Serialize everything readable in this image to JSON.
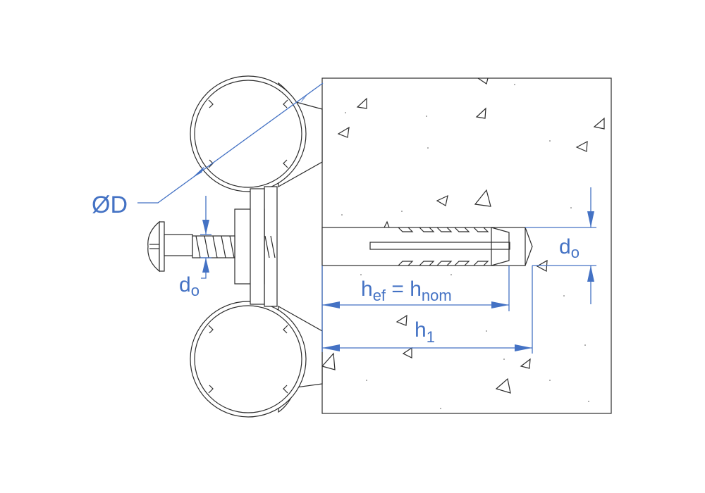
{
  "labels": {
    "diameter": "ØD",
    "drill_diameter_left": {
      "base": "d",
      "sub": "o"
    },
    "drill_diameter_right": {
      "base": "d",
      "sub": "o"
    },
    "effective_depth": {
      "base": "h",
      "sub": "ef",
      "equals": " = h",
      "sub2": "nom"
    },
    "hole_depth": {
      "base": "h",
      "sub": "1"
    }
  },
  "colors": {
    "dimension": "#4472c4",
    "outline": "#2b2b2b"
  }
}
